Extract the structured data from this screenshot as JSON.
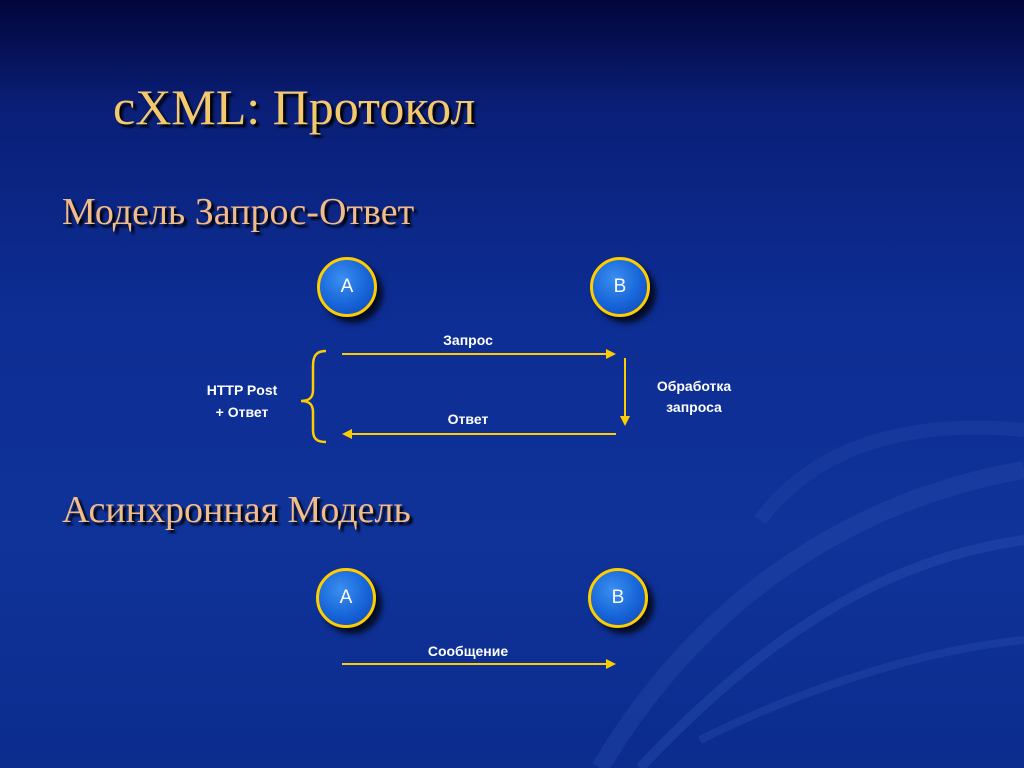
{
  "slide": {
    "title": "cXML: Протокол",
    "section_sync": {
      "heading": "Модель Запрос-Ответ",
      "node_a": "A",
      "node_b": "B",
      "request_label": "Запрос",
      "response_label": "Ответ",
      "bracket_label_line1": "HTTP Post",
      "bracket_label_line2": "+ Ответ",
      "processing_line1": "Обработка",
      "processing_line2": "запроса"
    },
    "section_async": {
      "heading": "Асинхронная Модель",
      "node_a": "A",
      "node_b": "B",
      "message_label": "Сообщение"
    }
  },
  "colors": {
    "title": "#f4c96e",
    "heading": "#f2bb8a",
    "arrow": "#ffcc00",
    "node_fill": "#1764d8",
    "background": "#0d2d93"
  }
}
